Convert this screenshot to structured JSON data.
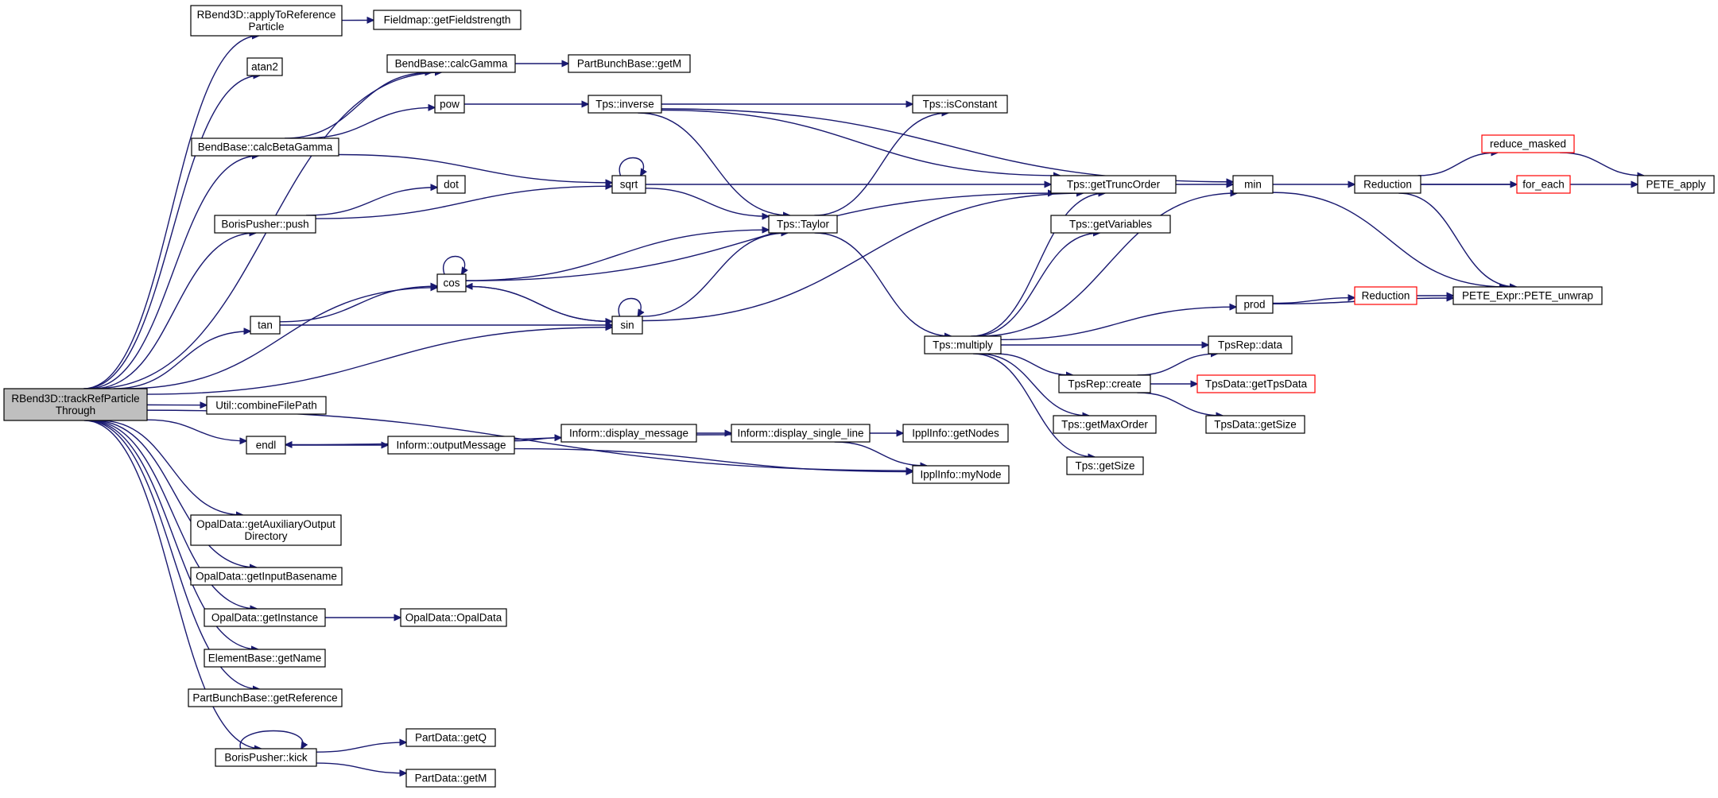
{
  "graph": {
    "nodes": [
      {
        "id": "root",
        "lines": [
          "RBend3D::trackRefParticle",
          "Through"
        ],
        "style": "root"
      },
      {
        "id": "aref",
        "lines": [
          "RBend3D::applyToReference",
          "Particle"
        ]
      },
      {
        "id": "fm",
        "lines": [
          "Fieldmap::getFieldstrength"
        ]
      },
      {
        "id": "atan2",
        "lines": [
          "atan2"
        ]
      },
      {
        "id": "bbcg",
        "lines": [
          "BendBase::calcGamma"
        ]
      },
      {
        "id": "pbgetm",
        "lines": [
          "PartBunchBase::getM"
        ]
      },
      {
        "id": "pow",
        "lines": [
          "pow"
        ]
      },
      {
        "id": "tpsinv",
        "lines": [
          "Tps::inverse"
        ]
      },
      {
        "id": "tpsconst",
        "lines": [
          "Tps::isConstant"
        ]
      },
      {
        "id": "bbcbg",
        "lines": [
          "BendBase::calcBetaGamma"
        ]
      },
      {
        "id": "sqrt",
        "lines": [
          "sqrt"
        ]
      },
      {
        "id": "dot",
        "lines": [
          "dot"
        ]
      },
      {
        "id": "bppush",
        "lines": [
          "BorisPusher::push"
        ]
      },
      {
        "id": "cos",
        "lines": [
          "cos"
        ]
      },
      {
        "id": "tan",
        "lines": [
          "tan"
        ]
      },
      {
        "id": "sin",
        "lines": [
          "sin"
        ]
      },
      {
        "id": "taylor",
        "lines": [
          "Tps::Taylor"
        ]
      },
      {
        "id": "trunc",
        "lines": [
          "Tps::getTruncOrder"
        ]
      },
      {
        "id": "getvars",
        "lines": [
          "Tps::getVariables"
        ]
      },
      {
        "id": "mult",
        "lines": [
          "Tps::multiply"
        ]
      },
      {
        "id": "min",
        "lines": [
          "min"
        ]
      },
      {
        "id": "red1",
        "lines": [
          "Reduction"
        ]
      },
      {
        "id": "redmask",
        "lines": [
          "reduce_masked"
        ],
        "style": "trunc"
      },
      {
        "id": "foreach",
        "lines": [
          "for_each"
        ],
        "style": "trunc"
      },
      {
        "id": "peteapply",
        "lines": [
          "PETE_apply"
        ]
      },
      {
        "id": "red2",
        "lines": [
          "Reduction"
        ],
        "style": "trunc"
      },
      {
        "id": "unwrap",
        "lines": [
          "PETE_Expr::PETE_unwrap"
        ]
      },
      {
        "id": "prod",
        "lines": [
          "prod"
        ]
      },
      {
        "id": "repdata",
        "lines": [
          "TpsRep::data"
        ]
      },
      {
        "id": "repcreate",
        "lines": [
          "TpsRep::create"
        ]
      },
      {
        "id": "gettpsdata",
        "lines": [
          "TpsData::getTpsData"
        ],
        "style": "trunc"
      },
      {
        "id": "tdsize",
        "lines": [
          "TpsData::getSize"
        ]
      },
      {
        "id": "maxorder",
        "lines": [
          "Tps::getMaxOrder"
        ]
      },
      {
        "id": "tpssize",
        "lines": [
          "Tps::getSize"
        ]
      },
      {
        "id": "combine",
        "lines": [
          "Util::combineFilePath"
        ]
      },
      {
        "id": "endl",
        "lines": [
          "endl"
        ]
      },
      {
        "id": "outmsg",
        "lines": [
          "Inform::outputMessage"
        ]
      },
      {
        "id": "dispmsg",
        "lines": [
          "Inform::display_message"
        ]
      },
      {
        "id": "dispsl",
        "lines": [
          "Inform::display_single_line"
        ]
      },
      {
        "id": "nodes",
        "lines": [
          "IpplInfo::getNodes"
        ]
      },
      {
        "id": "mynode",
        "lines": [
          "IpplInfo::myNode"
        ]
      },
      {
        "id": "auxdir",
        "lines": [
          "OpalData::getAuxiliaryOutput",
          "Directory"
        ]
      },
      {
        "id": "inbase",
        "lines": [
          "OpalData::getInputBasename"
        ]
      },
      {
        "id": "getinst",
        "lines": [
          "OpalData::getInstance"
        ]
      },
      {
        "id": "opaldata",
        "lines": [
          "OpalData::OpalData"
        ]
      },
      {
        "id": "getname",
        "lines": [
          "ElementBase::getName"
        ]
      },
      {
        "id": "getref",
        "lines": [
          "PartBunchBase::getReference"
        ]
      },
      {
        "id": "kick",
        "lines": [
          "BorisPusher::kick"
        ]
      },
      {
        "id": "getq",
        "lines": [
          "PartData::getQ"
        ]
      },
      {
        "id": "pdgetm",
        "lines": [
          "PartData::getM"
        ]
      }
    ],
    "edges": [
      [
        "root",
        "aref"
      ],
      [
        "root",
        "atan2"
      ],
      [
        "root",
        "bbcg"
      ],
      [
        "root",
        "bbcbg"
      ],
      [
        "root",
        "bppush"
      ],
      [
        "root",
        "cos"
      ],
      [
        "root",
        "tan"
      ],
      [
        "root",
        "sin"
      ],
      [
        "root",
        "combine"
      ],
      [
        "root",
        "endl"
      ],
      [
        "root",
        "mynode"
      ],
      [
        "root",
        "auxdir"
      ],
      [
        "root",
        "inbase"
      ],
      [
        "root",
        "getinst"
      ],
      [
        "root",
        "getname"
      ],
      [
        "root",
        "getref"
      ],
      [
        "root",
        "kick"
      ],
      [
        "aref",
        "fm"
      ],
      [
        "bbcg",
        "pbgetm"
      ],
      [
        "bbcbg",
        "bbcg"
      ],
      [
        "bbcbg",
        "pow"
      ],
      [
        "bbcbg",
        "sqrt"
      ],
      [
        "pow",
        "tpsinv"
      ],
      [
        "tpsinv",
        "min"
      ],
      [
        "tpsinv",
        "tpsconst"
      ],
      [
        "tpsinv",
        "trunc"
      ],
      [
        "tpsinv",
        "taylor"
      ],
      [
        "sqrt",
        "sqrt"
      ],
      [
        "sqrt",
        "trunc"
      ],
      [
        "sqrt",
        "taylor"
      ],
      [
        "bppush",
        "dot"
      ],
      [
        "bppush",
        "sqrt"
      ],
      [
        "cos",
        "cos"
      ],
      [
        "cos",
        "sin"
      ],
      [
        "cos",
        "trunc"
      ],
      [
        "cos",
        "taylor"
      ],
      [
        "tan",
        "cos"
      ],
      [
        "tan",
        "sin"
      ],
      [
        "sin",
        "sin"
      ],
      [
        "sin",
        "cos"
      ],
      [
        "sin",
        "trunc"
      ],
      [
        "sin",
        "taylor"
      ],
      [
        "taylor",
        "tpsconst"
      ],
      [
        "taylor",
        "mult"
      ],
      [
        "trunc",
        "min"
      ],
      [
        "mult",
        "trunc"
      ],
      [
        "mult",
        "getvars"
      ],
      [
        "mult",
        "min"
      ],
      [
        "mult",
        "prod"
      ],
      [
        "mult",
        "repdata"
      ],
      [
        "mult",
        "repcreate"
      ],
      [
        "mult",
        "maxorder"
      ],
      [
        "mult",
        "tpssize"
      ],
      [
        "min",
        "red1"
      ],
      [
        "min",
        "unwrap"
      ],
      [
        "red1",
        "redmask"
      ],
      [
        "red1",
        "foreach"
      ],
      [
        "red1",
        "peteapply"
      ],
      [
        "red1",
        "unwrap"
      ],
      [
        "redmask",
        "peteapply"
      ],
      [
        "prod",
        "red2"
      ],
      [
        "prod",
        "unwrap"
      ],
      [
        "red2",
        "unwrap"
      ],
      [
        "repcreate",
        "repdata"
      ],
      [
        "repcreate",
        "gettpsdata"
      ],
      [
        "repcreate",
        "tdsize"
      ],
      [
        "endl",
        "outmsg"
      ],
      [
        "outmsg",
        "dispmsg"
      ],
      [
        "outmsg",
        "mynode"
      ],
      [
        "dispmsg",
        "dispsl"
      ],
      [
        "dispsl",
        "endl"
      ],
      [
        "dispsl",
        "nodes"
      ],
      [
        "dispsl",
        "mynode"
      ],
      [
        "getinst",
        "opaldata"
      ],
      [
        "kick",
        "kick"
      ],
      [
        "kick",
        "getq"
      ],
      [
        "kick",
        "pdgetm"
      ]
    ]
  }
}
